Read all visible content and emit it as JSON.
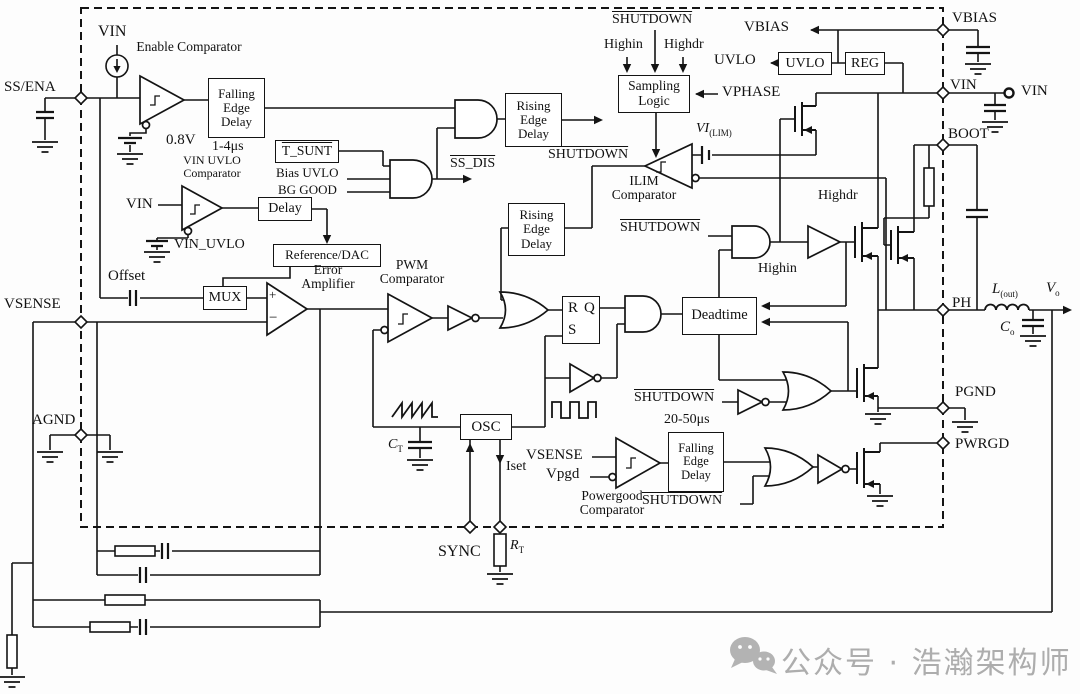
{
  "text": {
    "vin": "VIN",
    "ss_ena": "SS/ENA",
    "vsense": "VSENSE",
    "agnd": "AGND",
    "sync": "SYNC",
    "vbias": "VBIAS",
    "boot": "BOOT",
    "ph": "PH",
    "pgnd": "PGND",
    "pwrgd": "PWRGD",
    "shutdown": "SHUTDOWN",
    "ss_dis": "SS_DIS",
    "t_sunt": "T_SUNT",
    "bias_uvlo": "Bias UVLO",
    "bg_good": "BG GOOD",
    "highin": "Highin",
    "highdr": "Highdr",
    "vphase": "VPHASE",
    "uvlo": "UVLO",
    "reg": "REG",
    "enable_comparator": "Enable Comparator",
    "falling_edge_delay": "Falling Edge Delay",
    "rising_edge_delay": "Rising Edge Delay",
    "delay": "Delay",
    "vin_uvlo_comparator": "VIN UVLO Comparator",
    "vin_uvlo": "VIN_UVLO",
    "reference_dac": "Reference/DAC",
    "mux": "MUX",
    "error_amplifier": "Error Amplifier",
    "pwm_comparator": "PWM Comparator",
    "sampling_logic": "Sampling Logic",
    "ilim_comparator": "ILIM Comparator",
    "deadtime": "Deadtime",
    "osc": "OSC",
    "powergood_comparator": "Powergood Comparator",
    "vpgd": "Vpgd",
    "iset": "Iset",
    "offset": "Offset",
    "v08": "0.8V",
    "fed1_time": "1-4μs",
    "fed2_time": "20-50μs",
    "latch_r": "R",
    "latch_q": "Q",
    "latch_s": "S",
    "plus": "+",
    "minus": "−"
  },
  "sub": {
    "vi_lim": {
      "base": "VI",
      "sub": "(LIM)"
    },
    "l_out": {
      "base": "L",
      "sub": "(out)"
    },
    "c_o": {
      "base": "C",
      "sub": "o"
    },
    "v_o": {
      "base": "V",
      "sub": "o"
    },
    "r_t": {
      "base": "R",
      "sub": "T"
    },
    "c_t": {
      "base": "C",
      "sub": "T"
    }
  },
  "watermark": {
    "text": "公众号 · 浩瀚架构师"
  }
}
